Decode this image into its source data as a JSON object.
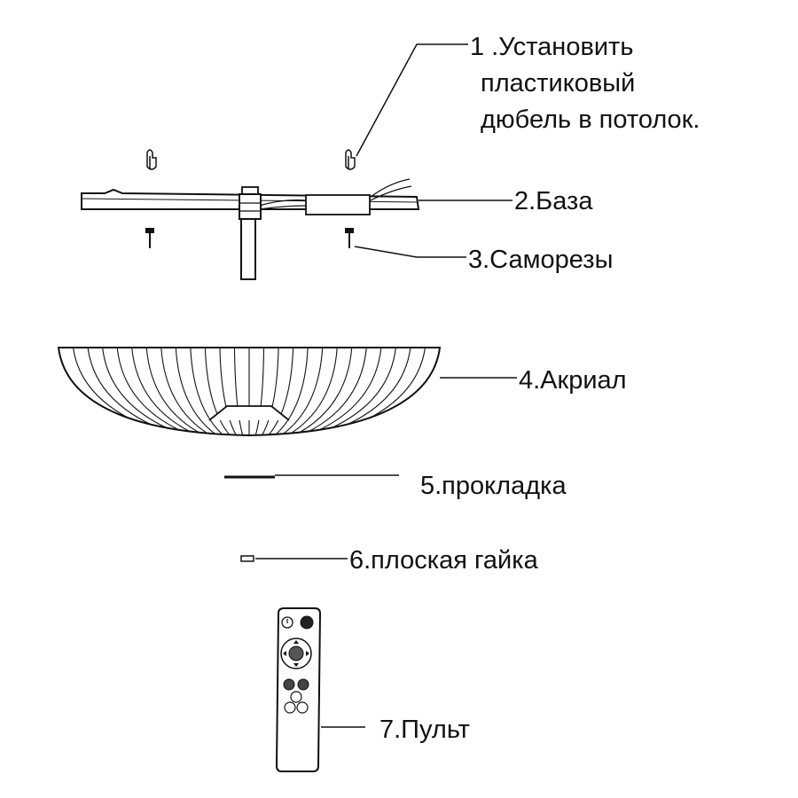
{
  "labels": {
    "step1_line1": "1 .Установить",
    "step1_line2": "пластиковый",
    "step1_line3": "дюбель в потолок.",
    "step2": "2.База",
    "step3": "3.Саморезы",
    "step4": "4.Акриал",
    "step5": "5.прокладка",
    "step6": "6.плоская гайка",
    "step7": "7.Пульт"
  },
  "colors": {
    "ink": "#111111",
    "background": "#ffffff"
  }
}
